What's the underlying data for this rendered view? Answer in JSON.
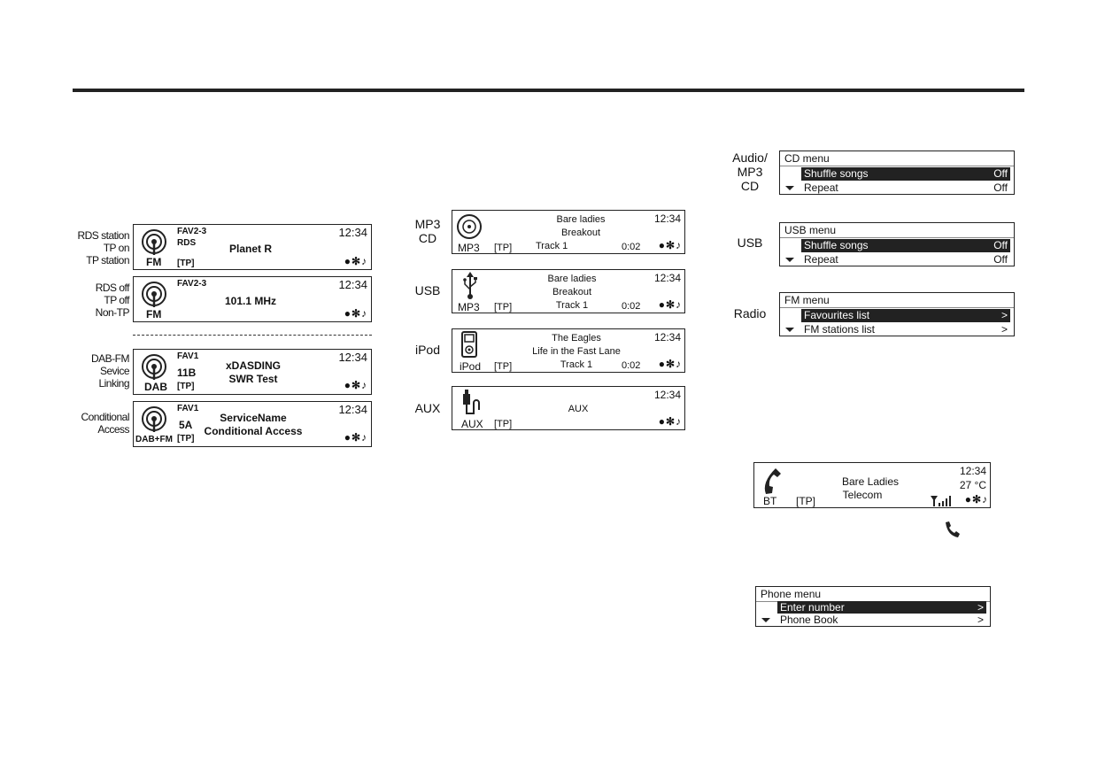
{
  "radio_labels": {
    "rds_on": [
      "RDS station",
      "TP on",
      "TP station"
    ],
    "rds_off": [
      "RDS off",
      "TP off",
      "Non-TP"
    ],
    "dab": [
      "DAB-FM",
      "Sevice",
      "Linking"
    ],
    "cond": [
      "Conditional",
      "Access"
    ]
  },
  "disp_rds_on": {
    "source": "FM",
    "fav": "FAV2-3",
    "sub": "RDS",
    "station": "Planet R",
    "tp": "[TP]",
    "clock": "12:34"
  },
  "disp_rds_off": {
    "source": "FM",
    "fav": "FAV2-3",
    "station": "101.1 MHz",
    "clock": "12:34"
  },
  "disp_dab": {
    "source": "DAB",
    "fav": "FAV1",
    "channel": "11B",
    "line1": "xDASDING",
    "line2": "SWR Test",
    "tp": "[TP]",
    "clock": "12:34"
  },
  "disp_cond": {
    "source": "DAB+FM",
    "fav": "FAV1",
    "channel": "5A",
    "line1": "ServiceName",
    "line2": "Conditional Access",
    "tp": "[TP]",
    "clock": "12:34"
  },
  "media_labels": {
    "mp3cd": [
      "MP3",
      "CD"
    ],
    "usb": "USB",
    "ipod": "iPod",
    "aux": "AUX"
  },
  "disp_mp3cd": {
    "source": "MP3",
    "artist": "Bare ladies",
    "album": "Breakout",
    "track": "Track 1",
    "time": "0:02",
    "tp": "[TP]",
    "clock": "12:34"
  },
  "disp_usb": {
    "source": "MP3",
    "artist": "Bare ladies",
    "album": "Breakout",
    "track": "Track 1",
    "time": "0:02",
    "tp": "[TP]",
    "clock": "12:34"
  },
  "disp_ipod": {
    "source": "iPod",
    "artist": "The Eagles",
    "album": "Life in the Fast Lane",
    "track": "Track 1",
    "time": "0:02",
    "tp": "[TP]",
    "clock": "12:34"
  },
  "disp_aux": {
    "source": "AUX",
    "title": "AUX",
    "tp": "[TP]",
    "clock": "12:34"
  },
  "menu_labels": {
    "cd": [
      "Audio/",
      "MP3",
      "CD"
    ],
    "usb": "USB",
    "radio": "Radio"
  },
  "cd_menu": {
    "title": "CD menu",
    "items": [
      {
        "label": "Shuffle songs",
        "value": "Off"
      },
      {
        "label": "Repeat",
        "value": "Off"
      }
    ]
  },
  "usb_menu": {
    "title": "USB menu",
    "items": [
      {
        "label": "Shuffle songs",
        "value": "Off"
      },
      {
        "label": "Repeat",
        "value": "Off"
      }
    ]
  },
  "fm_menu": {
    "title": "FM menu",
    "items": [
      {
        "label": "Favourites list",
        "value": ">"
      },
      {
        "label": "FM stations list",
        "value": ">"
      }
    ]
  },
  "bt_display": {
    "source": "BT",
    "tp": "[TP]",
    "caller": "Bare Ladies",
    "network": "Telecom",
    "clock": "12:34",
    "temp": "27 °C"
  },
  "phone_menu": {
    "title": "Phone menu",
    "items": [
      {
        "label": "Enter number",
        "value": ">"
      },
      {
        "label": "Phone Book",
        "value": ">"
      }
    ]
  },
  "status_icons": [
    "disc-icon",
    "bluetooth-icon",
    "music-note-icon"
  ]
}
